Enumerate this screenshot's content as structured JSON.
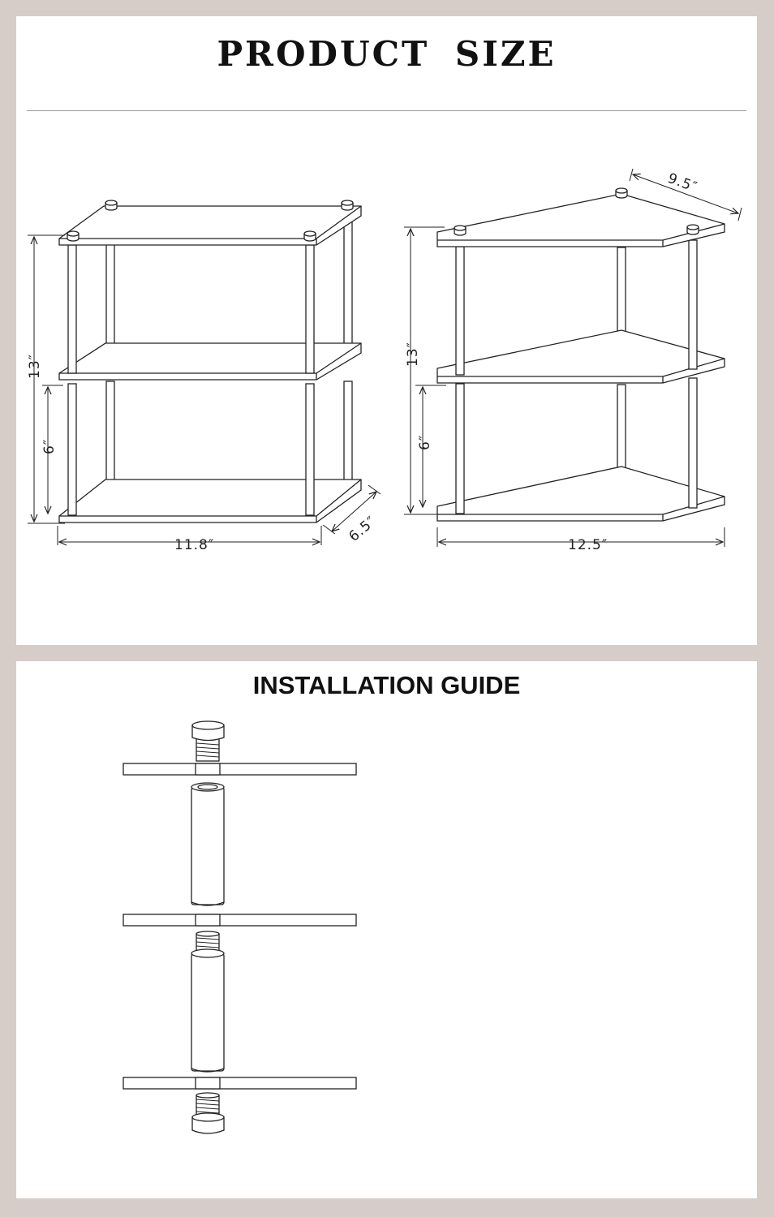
{
  "size_section": {
    "title": "PRODUCT SIZE",
    "rectangular_shelf": {
      "height_label": "13″",
      "gap_label": "6″",
      "width_label": "11.8″",
      "depth_label": "6.5″"
    },
    "corner_shelf": {
      "height_label": "13″",
      "gap_label": "6″",
      "width_label": "12.5″",
      "depth_label": "9.5″"
    }
  },
  "install_section": {
    "title": "INSTALLATION GUIDE"
  },
  "colors": {
    "frame": "#d6cdc8",
    "panel": "#ffffff",
    "line": "#222222",
    "pole_fill": "#ffffff"
  }
}
